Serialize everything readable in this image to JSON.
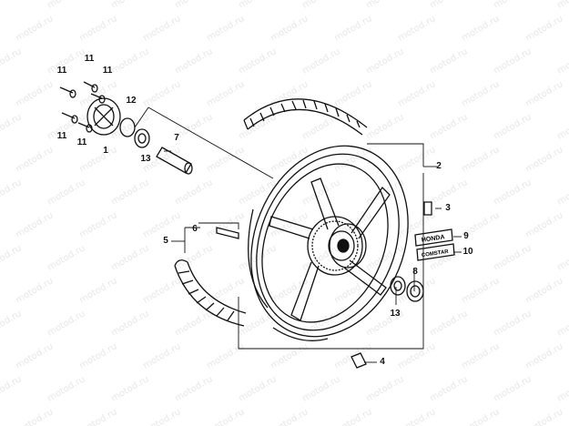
{
  "diagram": {
    "watermark_text": "motod.ru",
    "callouts": [
      {
        "id": "c11a",
        "label": "11"
      },
      {
        "id": "c11b",
        "label": "11"
      },
      {
        "id": "c11c",
        "label": "11"
      },
      {
        "id": "c11d",
        "label": "11"
      },
      {
        "id": "c11e",
        "label": "11"
      },
      {
        "id": "c1",
        "label": "1"
      },
      {
        "id": "c12",
        "label": "12"
      },
      {
        "id": "c13a",
        "label": "13"
      },
      {
        "id": "c7",
        "label": "7"
      },
      {
        "id": "c2",
        "label": "2"
      },
      {
        "id": "c3",
        "label": "3"
      },
      {
        "id": "c5",
        "label": "5"
      },
      {
        "id": "c6",
        "label": "6"
      },
      {
        "id": "c9",
        "label": "9"
      },
      {
        "id": "c10",
        "label": "10"
      },
      {
        "id": "c8",
        "label": "8"
      },
      {
        "id": "c13b",
        "label": "13"
      },
      {
        "id": "c4",
        "label": "4"
      }
    ],
    "emblems": {
      "brand": "HONDA",
      "model": "COMSTAR"
    }
  }
}
